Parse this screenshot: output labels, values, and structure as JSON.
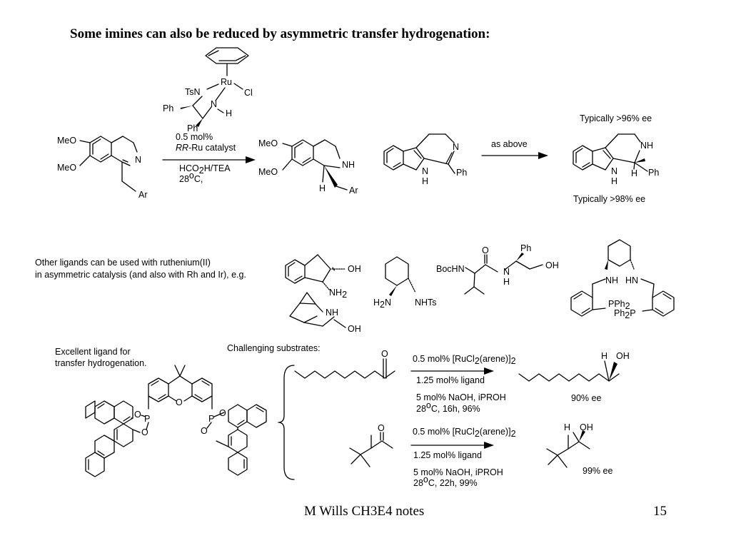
{
  "slide": {
    "title": "Some imines can also be reduced by asymmetric transfer hydrogenation:",
    "footer_left": "M Wills CH3E4 notes",
    "page_number": "15"
  },
  "reaction1": {
    "catalyst_ts_n": "TsN",
    "catalyst_ru": "Ru",
    "catalyst_cl": "Cl",
    "catalyst_ph_left": "Ph",
    "catalyst_n": "N",
    "catalyst_h": "H",
    "catalyst_ph_bottom": "Ph",
    "loading": "0.5 mol%",
    "catalyst_rr": "RR",
    "catalyst_name": "-Ru catalyst",
    "reagent_a": "HCO",
    "reagent_sub": "2",
    "reagent_b": "H/TEA",
    "temp_a": "28",
    "temp_sup": "o",
    "temp_b": "C,",
    "sm_ome_top": "MeO",
    "sm_ome_bottom": "MeO",
    "sm_n": "N",
    "sm_ar": "Ar",
    "pr_ome_top": "MeO",
    "pr_ome_bottom": "MeO",
    "pr_nh": "NH",
    "pr_h": "H",
    "pr_ar": "Ar"
  },
  "reaction2": {
    "sm_n": "N",
    "sm_nh_n": "N",
    "sm_nh_h": "H",
    "sm_ph": "Ph",
    "arrow_label": "as above",
    "ee_top": "Typically >96% ee",
    "ee_bottom": "Typically >98% ee",
    "pr_nh": "NH",
    "pr_n": "N",
    "pr_h_ring": "H",
    "pr_h": "H",
    "pr_ph": "Ph"
  },
  "ligands": {
    "caption_line1": "Other ligands can be used with ruthenium(II)",
    "caption_line2": "in asymmetric catalysis (and also with Rh and Ir), e.g.",
    "indan_oh": "OH",
    "indan_nh": "NH",
    "indan_nh_sub": "2",
    "bicyclic_nh": "NH",
    "bicyclic_oh": "OH",
    "cyhex_h2n_a": "H",
    "cyhex_h2n_sub": "2",
    "cyhex_h2n_b": "N",
    "cyhex_nhts": "NHTs",
    "peptide_bochn": "BocHN",
    "peptide_o": "O",
    "peptide_ph": "Ph",
    "peptide_n": "N",
    "peptide_h": "H",
    "peptide_oh": "OH",
    "pnnp_nh_left": "NH",
    "pnnp_hn_right": "HN",
    "pnnp_pph2_a": "PPh",
    "pnnp_pph2_sub": "2",
    "pnnp_ph2p_a": "Ph",
    "pnnp_ph2p_sub": "2",
    "pnnp_ph2p_b": "P"
  },
  "xanthene_ligand": {
    "caption_line1": "Excellent ligand for",
    "caption_line2": "transfer hydrogenation.",
    "o_center": "O",
    "p_left": "P",
    "p_right": "P",
    "o_labels": [
      "O",
      "O",
      "O",
      "O"
    ]
  },
  "substrates": {
    "caption": "Challenging substrates:",
    "r1_ketone_o": "O",
    "r1_cond1_a": "0.5 mol% [RuCl",
    "r1_cond1_sub": "2",
    "r1_cond1_b": "(arene)]",
    "r1_cond1_sub2": "2",
    "r1_cond2": "1.25 mol% ligand",
    "r1_cond3": "5 mol% NaOH, iPROH",
    "r1_cond4_a": "28",
    "r1_cond4_sup": "o",
    "r1_cond4_b": "C, 16h, 96%",
    "r1_h": "H",
    "r1_oh": "OH",
    "r1_ee": "90% ee",
    "r2_ketone_o": "O",
    "r2_cond1_a": "0.5 mol% [RuCl",
    "r2_cond1_sub": "2",
    "r2_cond1_b": "(arene)]",
    "r2_cond1_sub2": "2",
    "r2_cond2": "1.25 mol% ligand",
    "r2_cond3": "5 mol% NaOH, iPROH",
    "r2_cond4_a": "28",
    "r2_cond4_sup": "o",
    "r2_cond4_b": "C, 22h, 99%",
    "r2_h": "H",
    "r2_oh": "OH",
    "r2_ee": "99% ee"
  }
}
